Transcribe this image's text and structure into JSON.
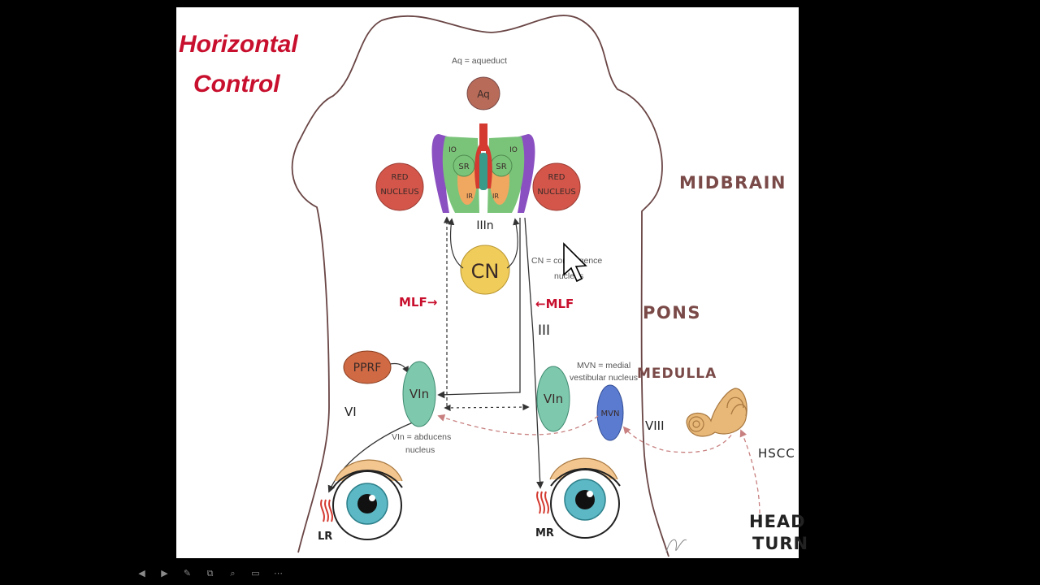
{
  "title": {
    "line1": "Horizontal",
    "line2": "Control"
  },
  "regions": {
    "midbrain": "MIDBRAIN",
    "pons": "PONS",
    "medulla": "MEDULLA"
  },
  "notes": {
    "aq": "Aq = aqueduct",
    "cn_line1": "CN = convergence",
    "cn_line2": "nucleus",
    "mvn_line1": "MVN = medial",
    "mvn_line2": "vestibular nucleus",
    "vin_line1": "VIn = abducens",
    "vin_line2": "nucleus"
  },
  "nuclei": {
    "aq": "Aq",
    "red_left_1": "RED",
    "red_left_2": "NUCLEUS",
    "red_right_1": "RED",
    "red_right_2": "NUCLEUS",
    "io_left": "IO",
    "io_right": "IO",
    "sr_left": "SR",
    "sr_right": "SR",
    "ir_left": "IR",
    "ir_right": "IR",
    "iiin": "IIIn",
    "cn": "CN",
    "pprf": "PPRF",
    "vin_left": "VIn",
    "vin_right": "VIn",
    "mvn": "MVN"
  },
  "labels": {
    "mlf_left": "MLF→",
    "mlf_right": "←MLF",
    "nerve_iii": "III",
    "nerve_vi": "VI",
    "nerve_viii": "VIII",
    "hscc": "HSCC",
    "head_turn_1": "HEAD",
    "head_turn_2": "TURN",
    "lr": "LR",
    "mr": "MR"
  },
  "colors": {
    "title_red": "#c8102e",
    "outline": "#6a4545",
    "red_nucleus": "#d4564a",
    "aqueduct": "#b86b58",
    "cn_yellow": "#f0cc5a",
    "pprf": "#cf6a44",
    "vin_teal": "#7ec9ae",
    "mvn_blue": "#5a7bd0",
    "iris": "#5bb8c4",
    "ear": "#e8b878",
    "vestibular_path": "#c88080"
  },
  "toolbar": [
    "prev-icon",
    "next-icon",
    "pen-icon",
    "copy-icon",
    "zoom-icon",
    "caption-icon",
    "more-icon"
  ]
}
